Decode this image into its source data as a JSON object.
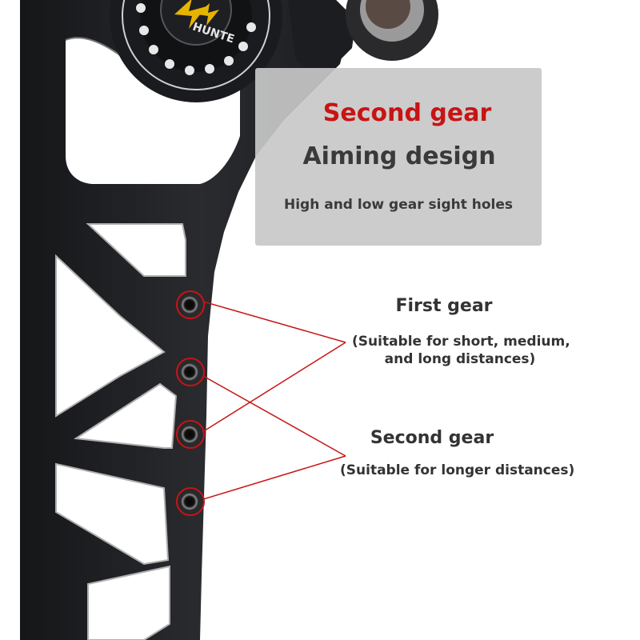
{
  "colors": {
    "accent_red": "#c81414",
    "limb_black": "#1f2023",
    "panel_gray": "#c8c8c8",
    "text_dark": "#333333",
    "logo_yellow": "#e6b400"
  },
  "logo_text": "HUNTE",
  "panel": {
    "title": "Second gear",
    "subtitle": "Aiming design",
    "description": "High and low gear sight holes"
  },
  "first_gear": {
    "title": "First gear",
    "desc_line1": "(Suitable for short, medium,",
    "desc_line2": "and long distances)"
  },
  "second_gear": {
    "title": "Second gear",
    "desc": "(Suitable for longer distances)"
  },
  "icons": {
    "sight_hole": "sight-hole-icon",
    "logo": "brand-logo-icon"
  }
}
